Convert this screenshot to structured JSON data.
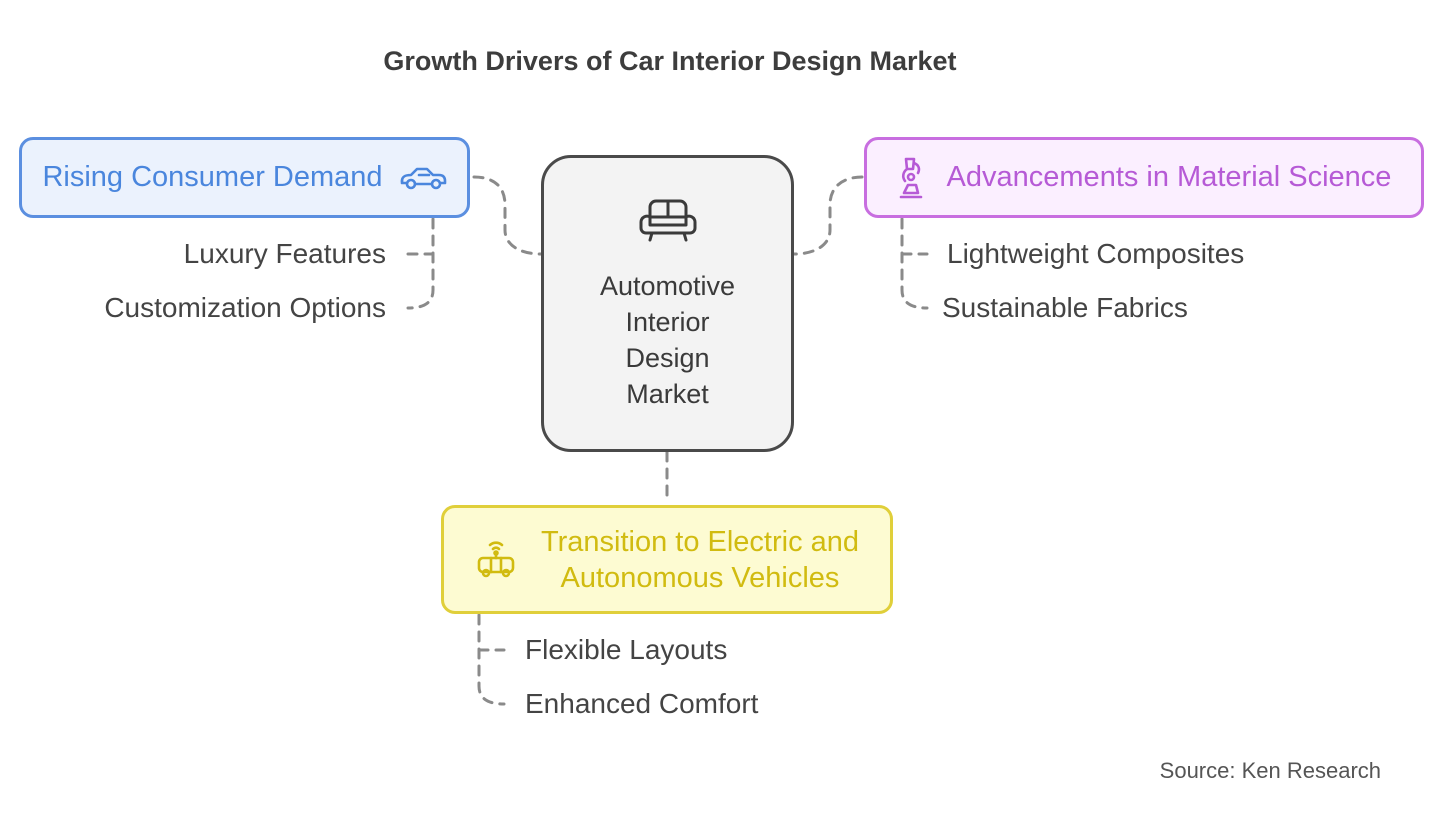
{
  "title": "Growth Drivers of Car Interior Design Market",
  "center": {
    "lines": [
      "Automotive",
      "Interior",
      "Design",
      "Market"
    ],
    "icon": "sofa-icon"
  },
  "branches": [
    {
      "label": "Rising Consumer Demand",
      "icon": "car-icon",
      "color": "#5b8fe0",
      "items": [
        "Luxury Features",
        "Customization Options"
      ]
    },
    {
      "label": "Advancements in Material Science",
      "icon": "microscope-icon",
      "color": "#c86ee0",
      "items": [
        "Lightweight Composites",
        "Sustainable Fabrics"
      ]
    },
    {
      "label_lines": [
        "Transition to Electric and",
        "Autonomous Vehicles"
      ],
      "icon": "autonomous-vehicle-icon",
      "color": "#e0cf3a",
      "items": [
        "Flexible Layouts",
        "Enhanced Comfort"
      ]
    }
  ],
  "source": "Source: Ken Research"
}
